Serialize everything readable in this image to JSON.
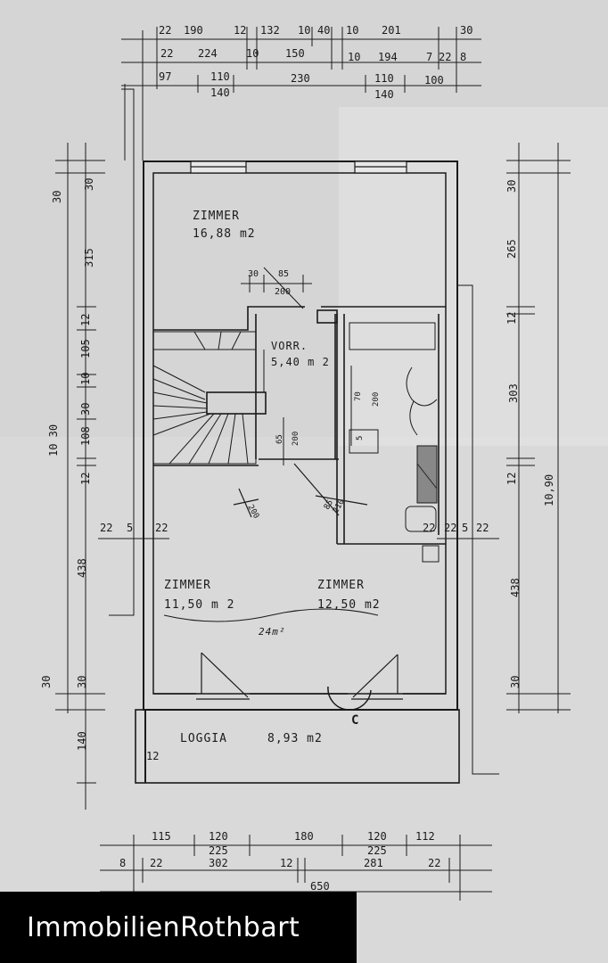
{
  "watermark": {
    "text": "ImmobilienRothbart"
  },
  "rooms": {
    "top_name": "ZIMMER",
    "top_area": "16,88 m2",
    "hall_name": "VORR.",
    "hall_area": "5,40 m 2",
    "left_name": "ZIMMER",
    "left_area": "11,50 m 2",
    "right_name": "ZIMMER",
    "right_area": "12,50 m2",
    "combined_area": "24m²",
    "loggia_name": "LOGGIA",
    "loggia_area": "8,93 m2",
    "door_mark": "C"
  },
  "top_dims": {
    "row1": [
      "22",
      "190",
      "12",
      "132",
      "10",
      "40",
      "10",
      "201",
      "30"
    ],
    "row2": [
      "22",
      "224",
      "10",
      "150",
      "10",
      "194",
      "7",
      "22",
      "8"
    ],
    "row3": [
      "97",
      "110",
      "230",
      "110",
      "100"
    ],
    "row3b": [
      "140",
      "140"
    ]
  },
  "left_dims": {
    "outer": [
      "30",
      "10 30",
      "30",
      "140"
    ],
    "inner": [
      "30",
      "315",
      "12",
      "105",
      "10",
      "30",
      "108",
      "12",
      "438",
      "30"
    ],
    "wall": [
      "22",
      "5",
      "22"
    ]
  },
  "right_dims": {
    "inner": [
      "30",
      "265",
      "12",
      "303",
      "12",
      "438",
      "30"
    ],
    "outer": [
      "10,90"
    ],
    "wall": [
      "22",
      "5",
      "22"
    ]
  },
  "bottom_dims": {
    "row1": [
      "115",
      "120",
      "180",
      "120",
      "112"
    ],
    "row1b": [
      "225",
      "225"
    ],
    "row2": [
      "8",
      "22",
      "302",
      "12",
      "281",
      "22"
    ],
    "total": [
      "650"
    ]
  },
  "interior_dims": {
    "hall_top": [
      "30",
      "85",
      "200"
    ],
    "stair": [
      "65",
      "200"
    ],
    "bath": [
      "70",
      "200",
      "5"
    ],
    "door_small": [
      "85",
      "210",
      "200"
    ],
    "corner": [
      "22"
    ],
    "loggia_side": [
      "12"
    ]
  }
}
